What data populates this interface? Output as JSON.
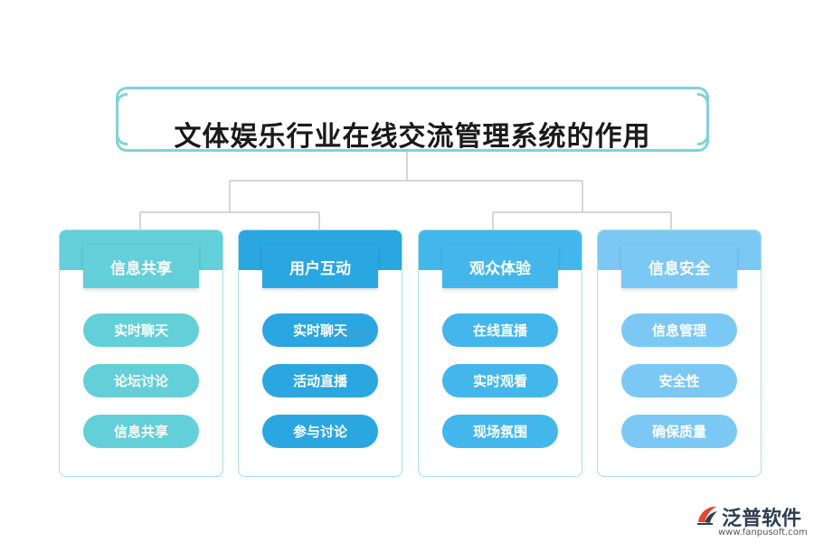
{
  "title": "文体娱乐行业在线交流管理系统的作用",
  "colors": {
    "col1": "#63cfd9",
    "col2": "#2aa6e0",
    "col3": "#43b7ec",
    "col4": "#7cc8f4",
    "connector": "#c8c8c8",
    "title_border": "#7fd3d8"
  },
  "columns": [
    {
      "header": "信息共享",
      "items": [
        "实时聊天",
        "论坛讨论",
        "信息共享"
      ]
    },
    {
      "header": "用户互动",
      "items": [
        "实时聊天",
        "活动直播",
        "参与讨论"
      ]
    },
    {
      "header": "观众体验",
      "items": [
        "在线直播",
        "实时观看",
        "现场氛围"
      ]
    },
    {
      "header": "信息安全",
      "items": [
        "信息管理",
        "安全性",
        "确保质量"
      ]
    }
  ],
  "watermark": "泛普软件",
  "brand": {
    "name": "泛普软件",
    "url": "www.fanpusoft.com"
  }
}
